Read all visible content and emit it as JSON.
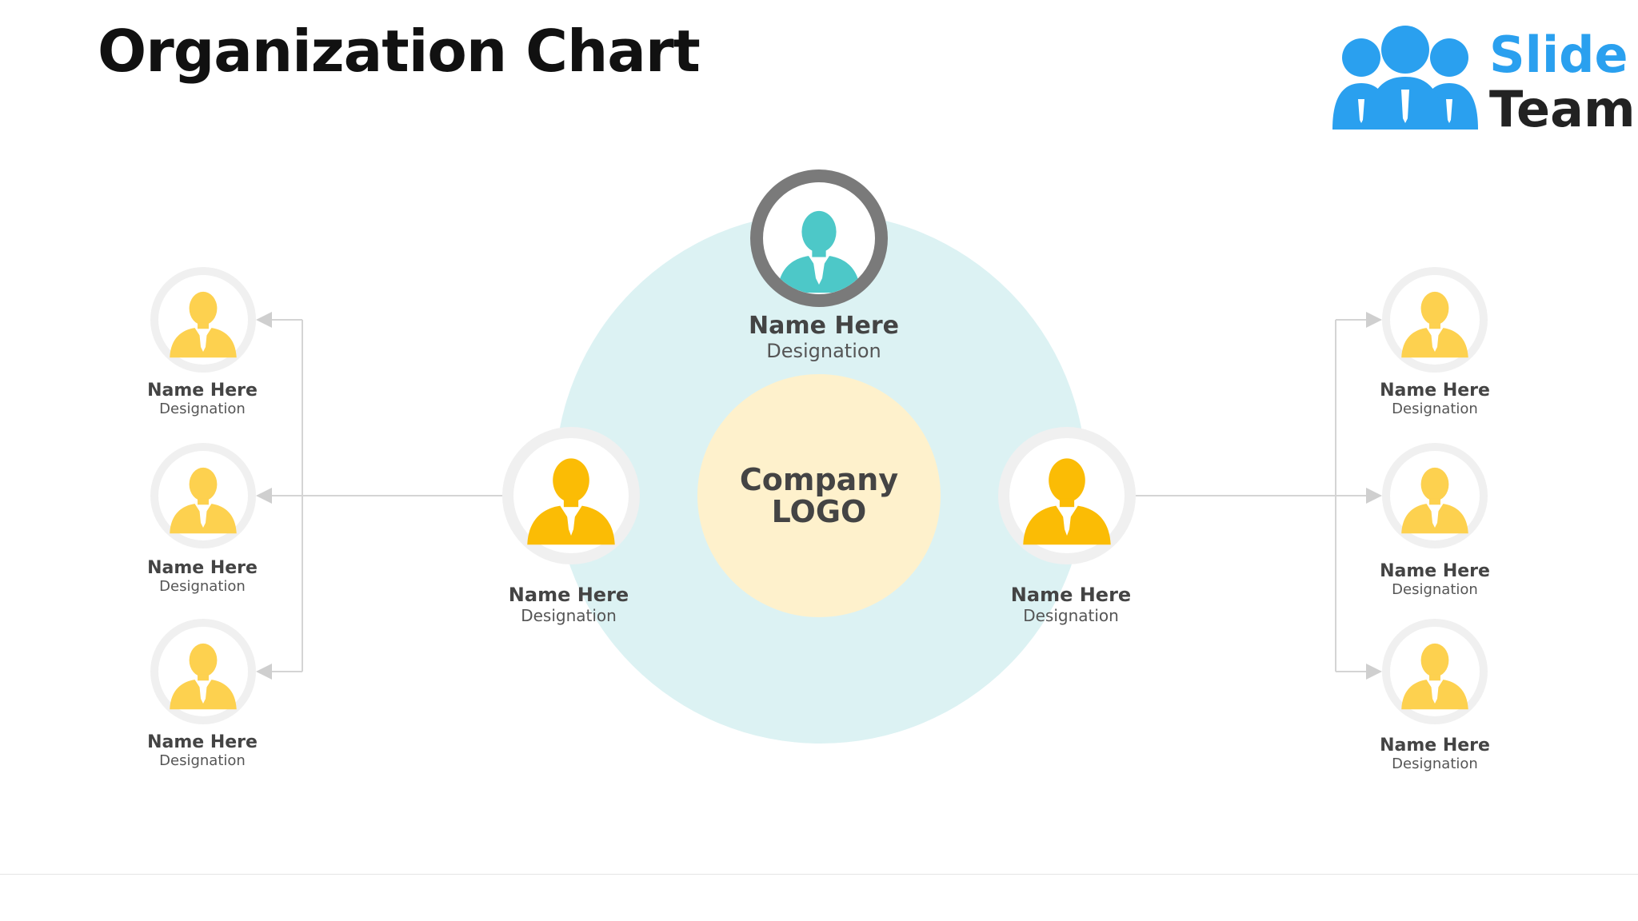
{
  "slide": {
    "title": "Organization Chart"
  },
  "brand": {
    "word1": "Slide",
    "word2": "Team",
    "icon": "people-group-icon",
    "accent": "#2aa0ef"
  },
  "center": {
    "name": "Name Here",
    "designation": "Designation",
    "logo_line1": "Company",
    "logo_line2": "LOGO"
  },
  "mid_left": {
    "name": "Name Here",
    "designation": "Designation"
  },
  "mid_right": {
    "name": "Name Here",
    "designation": "Designation"
  },
  "left_members": [
    {
      "name": "Name Here",
      "designation": "Designation"
    },
    {
      "name": "Name Here",
      "designation": "Designation"
    },
    {
      "name": "Name Here",
      "designation": "Designation"
    }
  ],
  "right_members": [
    {
      "name": "Name Here",
      "designation": "Designation"
    },
    {
      "name": "Name Here",
      "designation": "Designation"
    },
    {
      "name": "Name Here",
      "designation": "Designation"
    }
  ],
  "colors": {
    "outer_circle": "#dcf2f3",
    "logo_circle": "#fef1cc",
    "top_avatar": "#4dc8c8",
    "top_ring": "#7a7a7a",
    "mid_avatar": "#fbbc05",
    "side_avatar": "#fdd14f",
    "avatar_ring": "#f0f0f0",
    "connector": "#d0d0d0"
  }
}
